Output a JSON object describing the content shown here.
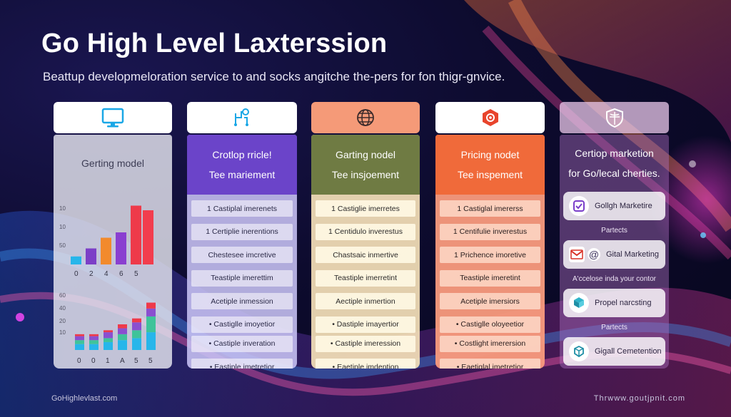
{
  "header": {
    "title": "Go High Level Laxterssion",
    "subtitle": "Beattup developmeloration service to and socks angitche the-pers for fon thigr-gnvice."
  },
  "footer": {
    "left": "GoHighlevlast.com",
    "right": "Thrwww.goutjpnit.com"
  },
  "columns": [
    {
      "icon": "monitor-icon",
      "heading": "Gerting model",
      "subheading": ""
    },
    {
      "icon": "circuit-icon",
      "heading": "Crotlop rricle!",
      "subheading": "Tee mariement",
      "rows": [
        "1 Castiplal imerenets",
        "1 Certiplie inerentions",
        "Chestesee imcretive",
        "Teastiple imerettim",
        "Acetiple inmession",
        "• Castiglle imoyetior",
        "• Castiple inveration",
        "• Eastiple imetretior"
      ]
    },
    {
      "icon": "globe-icon",
      "heading": "Garting nodel",
      "subheading": "Tee insjoement",
      "rows": [
        "1 Castiglie imerretes",
        "1 Centidulo inverestus",
        "Chastsaic inmertive",
        "Teastiple imerretint",
        "Aectiple inmertion",
        "• Dastiple imayertior",
        "• Castiple imeression",
        "• Eaetiple imdention"
      ]
    },
    {
      "icon": "shield-cube-icon",
      "heading": "Pricing nodet",
      "subheading": "Tee inspement",
      "rows": [
        "1 Castiglal imererss",
        "1 Centifulie inverestus",
        "1 Prichence imoretive",
        "Teastiple imeretint",
        "Acetiple imersiors",
        "• Castiglle oloyeetior",
        "• Costlight imerersion",
        "• Eaetiglal imetretior"
      ]
    },
    {
      "icon": "shield-globe-icon",
      "heading": "Certiop marketion",
      "subheading": "for Go/lecal cherties.",
      "cards": [
        "Gollgh Marketire",
        "Gital Marketing",
        "Propel narcsting",
        "Gigall Cemetention"
      ],
      "notes": [
        "Partects",
        "A'ccelose inda your contor",
        "Partects"
      ]
    }
  ],
  "chart_data": [
    {
      "type": "bar",
      "categories": [
        "0",
        "2",
        "4",
        "6",
        "5"
      ],
      "y_ticks": [
        "10",
        "10",
        "50"
      ],
      "values": [
        3,
        6,
        10,
        12,
        22
      ],
      "colors": [
        "#27b6ea",
        "#7c3fc7",
        "#f28a2c",
        "#8a3fd0",
        "#ee3a4a",
        "#f23d4d"
      ],
      "ylim": [
        0,
        24
      ]
    },
    {
      "type": "bar",
      "stacked": true,
      "categories": [
        "0",
        "0",
        "1",
        "A",
        "5",
        "5"
      ],
      "y_ticks": [
        "60",
        "40",
        "20",
        "10"
      ],
      "series": [
        {
          "color": "#27b6ea",
          "values": [
            3,
            3,
            4,
            5,
            6,
            9
          ]
        },
        {
          "color": "#3fc39a",
          "values": [
            2,
            2,
            2,
            3,
            4,
            8
          ]
        },
        {
          "color": "#8a4fd0",
          "values": [
            2,
            2,
            3,
            3,
            4,
            4
          ]
        },
        {
          "color": "#ee3a4a",
          "values": [
            1,
            1,
            1,
            2,
            2,
            3
          ]
        }
      ],
      "ylim": [
        0,
        26
      ]
    }
  ]
}
